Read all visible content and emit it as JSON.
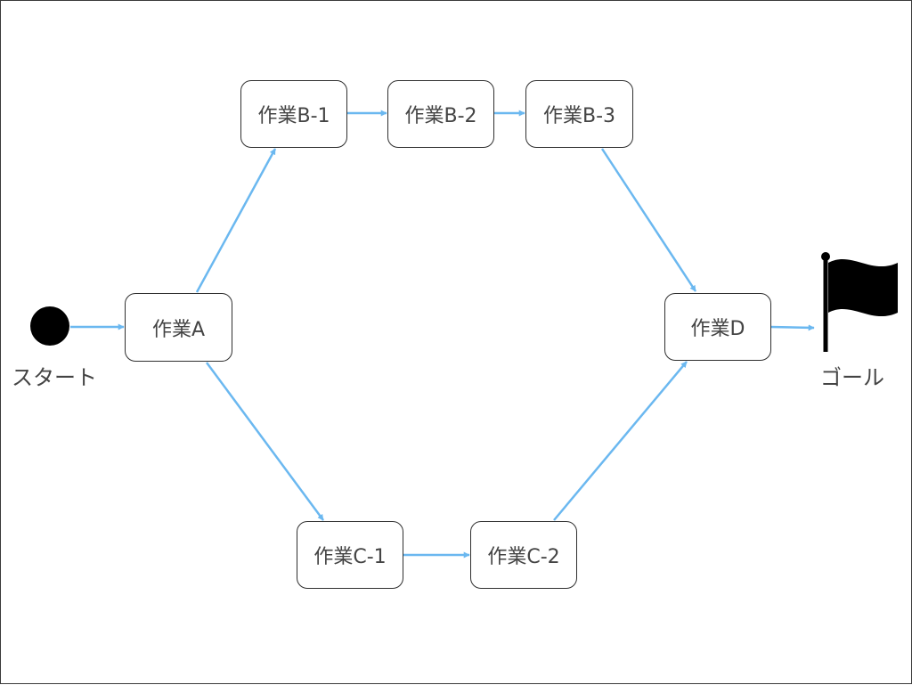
{
  "start": {
    "label": "スタート"
  },
  "goal": {
    "label": "ゴール"
  },
  "tasks": {
    "a": "作業A",
    "b1": "作業B-1",
    "b2": "作業B-2",
    "b3": "作業B-3",
    "c1": "作業C-1",
    "c2": "作業C-2",
    "d": "作業D"
  },
  "colors": {
    "arrow": "#6bb8f0",
    "node_border": "#2f2f2f",
    "text": "#444444",
    "start_dot": "#000000",
    "flag": "#000000"
  },
  "edges": [
    {
      "from": "start",
      "to": "a"
    },
    {
      "from": "a",
      "to": "b1"
    },
    {
      "from": "b1",
      "to": "b2"
    },
    {
      "from": "b2",
      "to": "b3"
    },
    {
      "from": "b3",
      "to": "d"
    },
    {
      "from": "a",
      "to": "c1"
    },
    {
      "from": "c1",
      "to": "c2"
    },
    {
      "from": "c2",
      "to": "d"
    },
    {
      "from": "d",
      "to": "goal"
    }
  ],
  "icons": {
    "start": "filled-circle-icon",
    "goal": "goal-flag-icon"
  }
}
